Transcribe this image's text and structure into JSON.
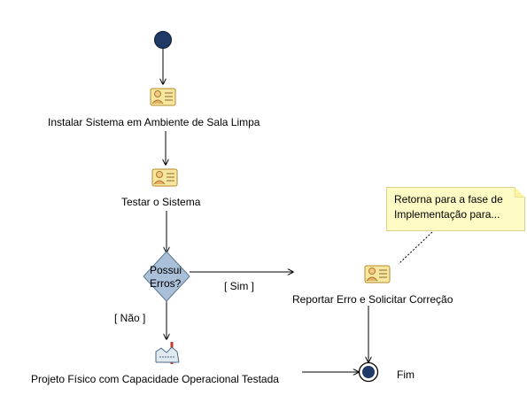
{
  "nodes": {
    "install": "Instalar Sistema em Ambiente de Sala Limpa",
    "test": "Testar o Sistema",
    "decision": [
      "Possui",
      "Erros?"
    ],
    "report": "Reportar Erro e Solicitar Correção",
    "product": "Projeto Físico com Capacidade Operacional Testada",
    "end": "Fim"
  },
  "guards": {
    "yes": "[ Sim ]",
    "no": "[ Não ]"
  },
  "note": {
    "line1": "Retorna para a fase de",
    "line2": "Implementação para..."
  },
  "colors": {
    "start_node": "#1f3a66",
    "decision_fill": "#a9c0d8",
    "note_fill": "#fffbc4"
  }
}
